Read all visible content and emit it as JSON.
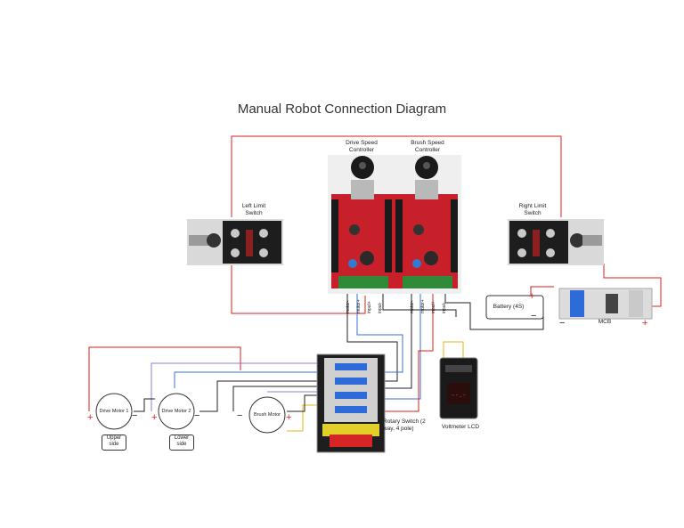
{
  "title": "Manual Robot Connection Diagram",
  "components": {
    "drive_controller": "Drive Speed Controller",
    "brush_controller": "Brush Speed Controller",
    "left_switch": "Left Limit Switch",
    "right_switch": "Right Limit Switch",
    "battery": "Battery (4S)",
    "mcb": "MCB",
    "drive_motor_1": "Drive Motor 1",
    "drive_motor_2": "Drive Motor 2",
    "brush_motor": "Brush Motor",
    "rotary_switch": "Rotary Switch (2 way, 4 pole)",
    "voltmeter": "Voltmeter LCD",
    "upper_side": "Upper side",
    "lower_side": "Lower side"
  },
  "terminal_labels": [
    "motor-",
    "motor+",
    "input+",
    "input-"
  ],
  "polarity": {
    "plus": "+",
    "minus": "−"
  },
  "colors": {
    "red_wire": "#e01b1b",
    "blue_wire": "#3a6fd8",
    "purple_wire": "#8a7fd6",
    "yellow_wire": "#e8b21a",
    "black_wire": "#222222",
    "board_red": "#c8202a",
    "knob_black": "#1a1a1a"
  }
}
